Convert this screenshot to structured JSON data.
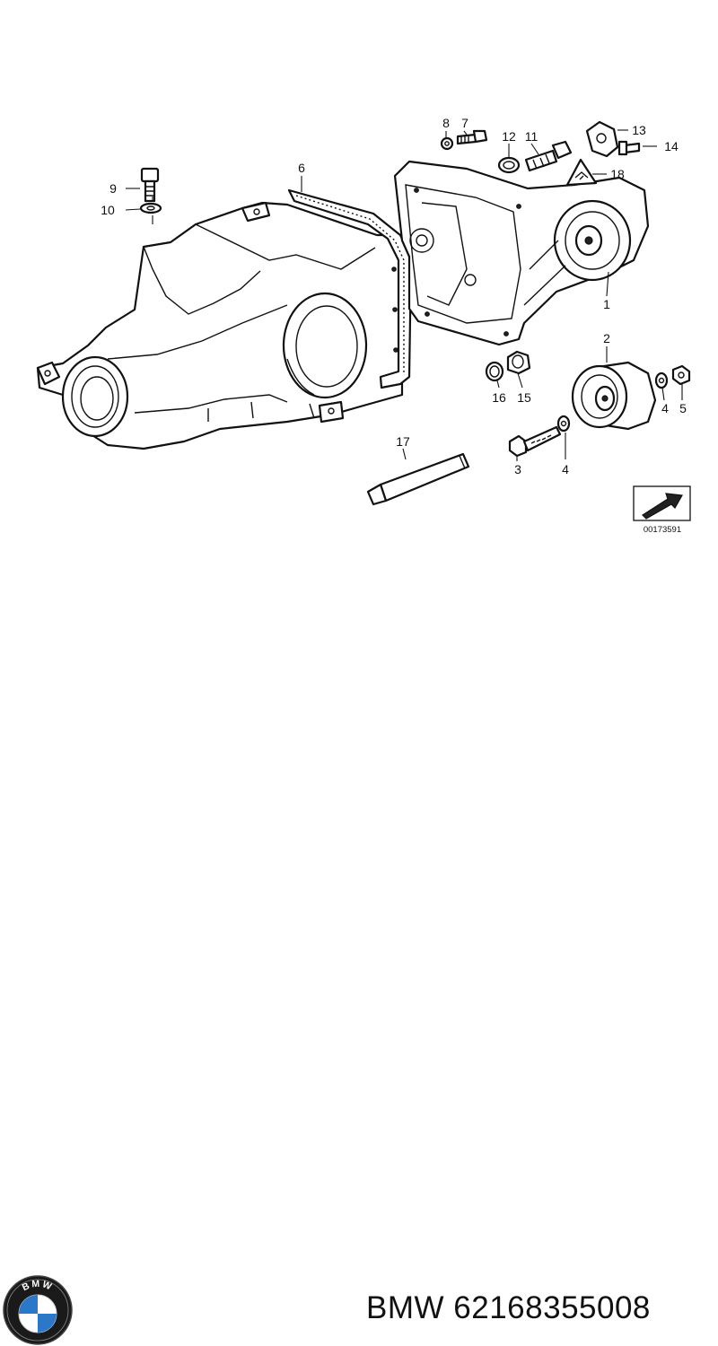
{
  "diagram": {
    "callouts": {
      "c1": "1",
      "c2": "2",
      "c3": "3",
      "c4a": "4",
      "c4b": "4",
      "c5": "5",
      "c6": "6",
      "c7": "7",
      "c8": "8",
      "c9": "9",
      "c10": "10",
      "c11": "11",
      "c12": "12",
      "c13": "13",
      "c14": "14",
      "c15": "15",
      "c16": "16",
      "c17": "17",
      "c18": "18"
    },
    "reference_code": "00173591"
  },
  "footer": {
    "brand": "BMW",
    "part_number": "62168355008",
    "logo_letters": "BMW"
  },
  "colors": {
    "logo_blue": "#2b78c8",
    "line": "#111111"
  }
}
